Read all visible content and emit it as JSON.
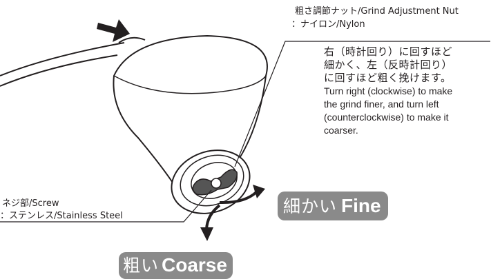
{
  "labels": {
    "nut_line1": "粗さ調節ナット/Grind Adjustment Nut",
    "nut_line2": "：ナイロン/Nylon",
    "screw_line1": "ネジ部/Screw",
    "screw_line2": "：ステンレス/Stainless Steel"
  },
  "instruction": {
    "jp": [
      "右（時計回り）に回すほど",
      "細かく、左（反時計回り）",
      "に回すほど粗く挽けます。"
    ],
    "en": [
      "Turn right (clockwise) to make",
      "the grind finer, and turn left",
      "(counterclockwise) to make it",
      "coarser."
    ]
  },
  "badges": {
    "fine_jp": "細かい",
    "fine_en": "Fine",
    "coarse_jp": "粗い",
    "coarse_en": "Coarse"
  },
  "colors": {
    "badge": "#8a8a8a",
    "nut": "#555555",
    "line": "#231f20"
  }
}
